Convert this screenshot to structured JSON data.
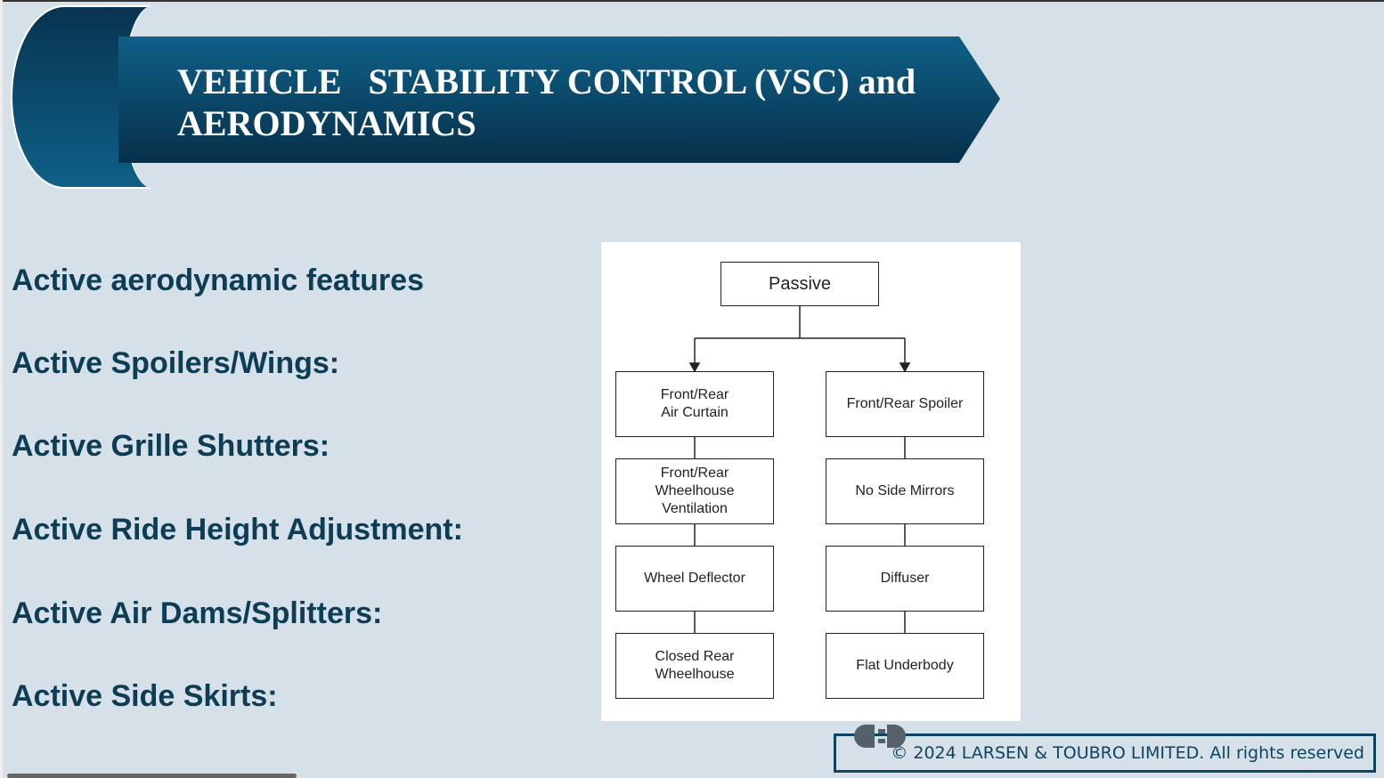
{
  "title": "VEHICLE   STABILITY CONTROL (VSC) and\nAERODYNAMICS",
  "items": [
    "Active aerodynamic features",
    "Active Spoilers/Wings:",
    "Active Grille Shutters:",
    "Active Ride Height Adjustment:",
    "Active Air Dams/Splitters:",
    "Active Side Skirts:"
  ],
  "diagram": {
    "root": "Passive",
    "left": [
      "Front/Rear\nAir Curtain",
      "Front/Rear\nWheelhouse\nVentilation",
      "Wheel Deflector",
      "Closed Rear\nWheelhouse"
    ],
    "right": [
      "Front/Rear Spoiler",
      "No Side Mirrors",
      "Diffuser",
      "Flat Underbody"
    ]
  },
  "footer": "© 2024 LARSEN & TOUBRO LIMITED. All rights reserved",
  "colors": {
    "banner": "#0f5a80",
    "text": "#0d3c55"
  }
}
